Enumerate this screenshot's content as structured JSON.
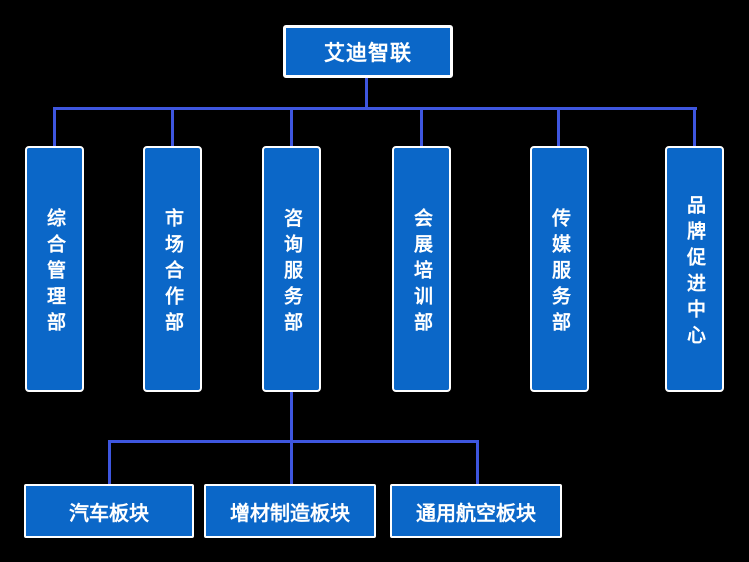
{
  "root": {
    "label": "艾迪智联"
  },
  "departments": [
    {
      "label": "综合管理部"
    },
    {
      "label": "市场合作部"
    },
    {
      "label": "咨询服务部"
    },
    {
      "label": "会展培训部"
    },
    {
      "label": "传媒服务部"
    },
    {
      "label": "品牌促进中心"
    }
  ],
  "consulting_sub_units": [
    {
      "label": "汽车板块"
    },
    {
      "label": "增材制造板块"
    },
    {
      "label": "通用航空板块"
    }
  ],
  "colors": {
    "background": "#000000",
    "node_fill": "#0B67C8",
    "node_border": "#FFFFFF",
    "node_text": "#FFFFFF",
    "connector": "#3E56DF"
  }
}
